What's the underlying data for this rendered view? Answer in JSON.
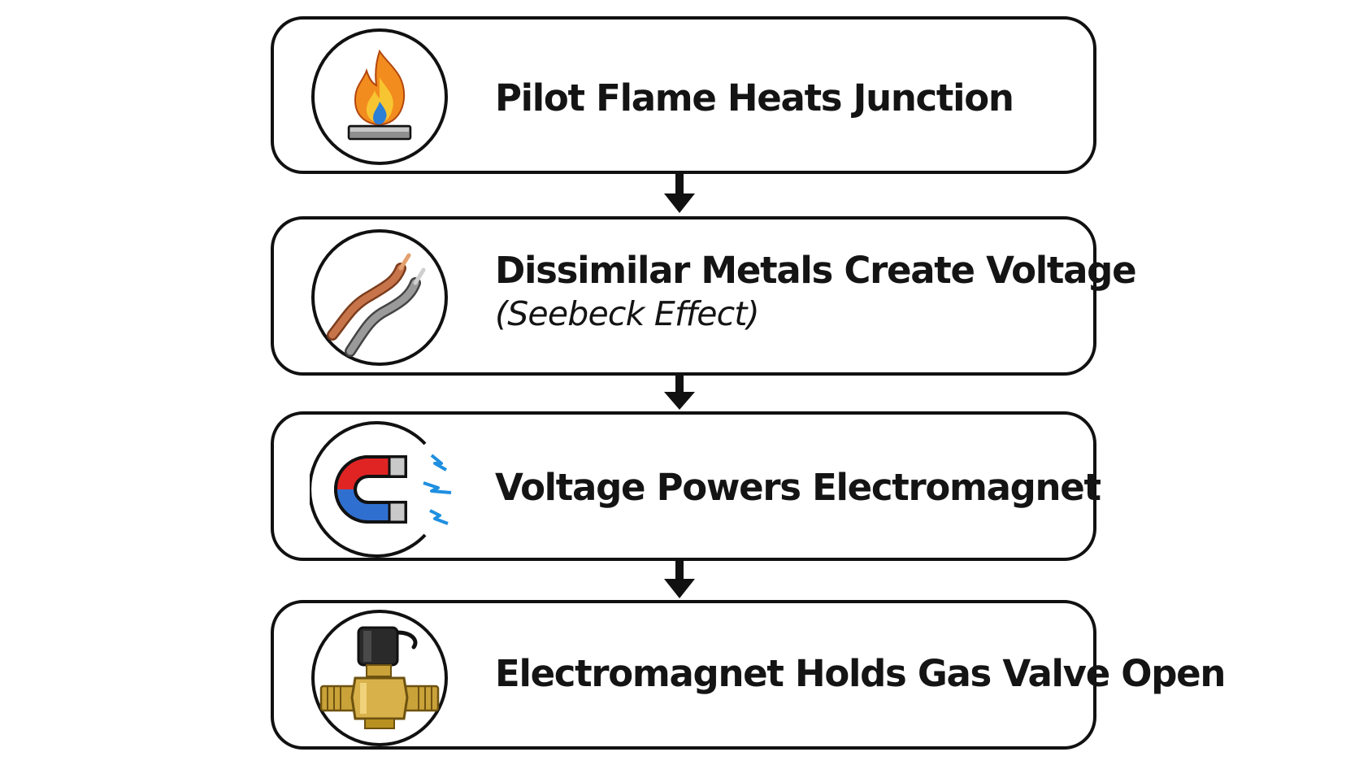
{
  "steps": [
    {
      "id": "pilot-flame",
      "title": "Pilot Flame Heats Junction",
      "subtitle": "",
      "icon": "flame-icon"
    },
    {
      "id": "seebeck",
      "title": "Dissimilar Metals Create Voltage",
      "subtitle": "(Seebeck Effect)",
      "icon": "wires-icon"
    },
    {
      "id": "electromagnet",
      "title": "Voltage Powers Electromagnet",
      "subtitle": "",
      "icon": "magnet-icon"
    },
    {
      "id": "gas-valve",
      "title": "Electromagnet Holds Gas Valve Open",
      "subtitle": "",
      "icon": "valve-icon"
    }
  ],
  "colors": {
    "outline": "#111111",
    "flame_outer": "#f28c1e",
    "flame_inner": "#f7c531",
    "flame_core": "#2d7fd6",
    "copper_wire": "#c8744a",
    "steel_wire": "#9a9a9a",
    "magnet_red": "#e02424",
    "magnet_blue": "#2f6fd0",
    "spark_blue": "#1f8fe0",
    "brass": "#c9a23a"
  }
}
